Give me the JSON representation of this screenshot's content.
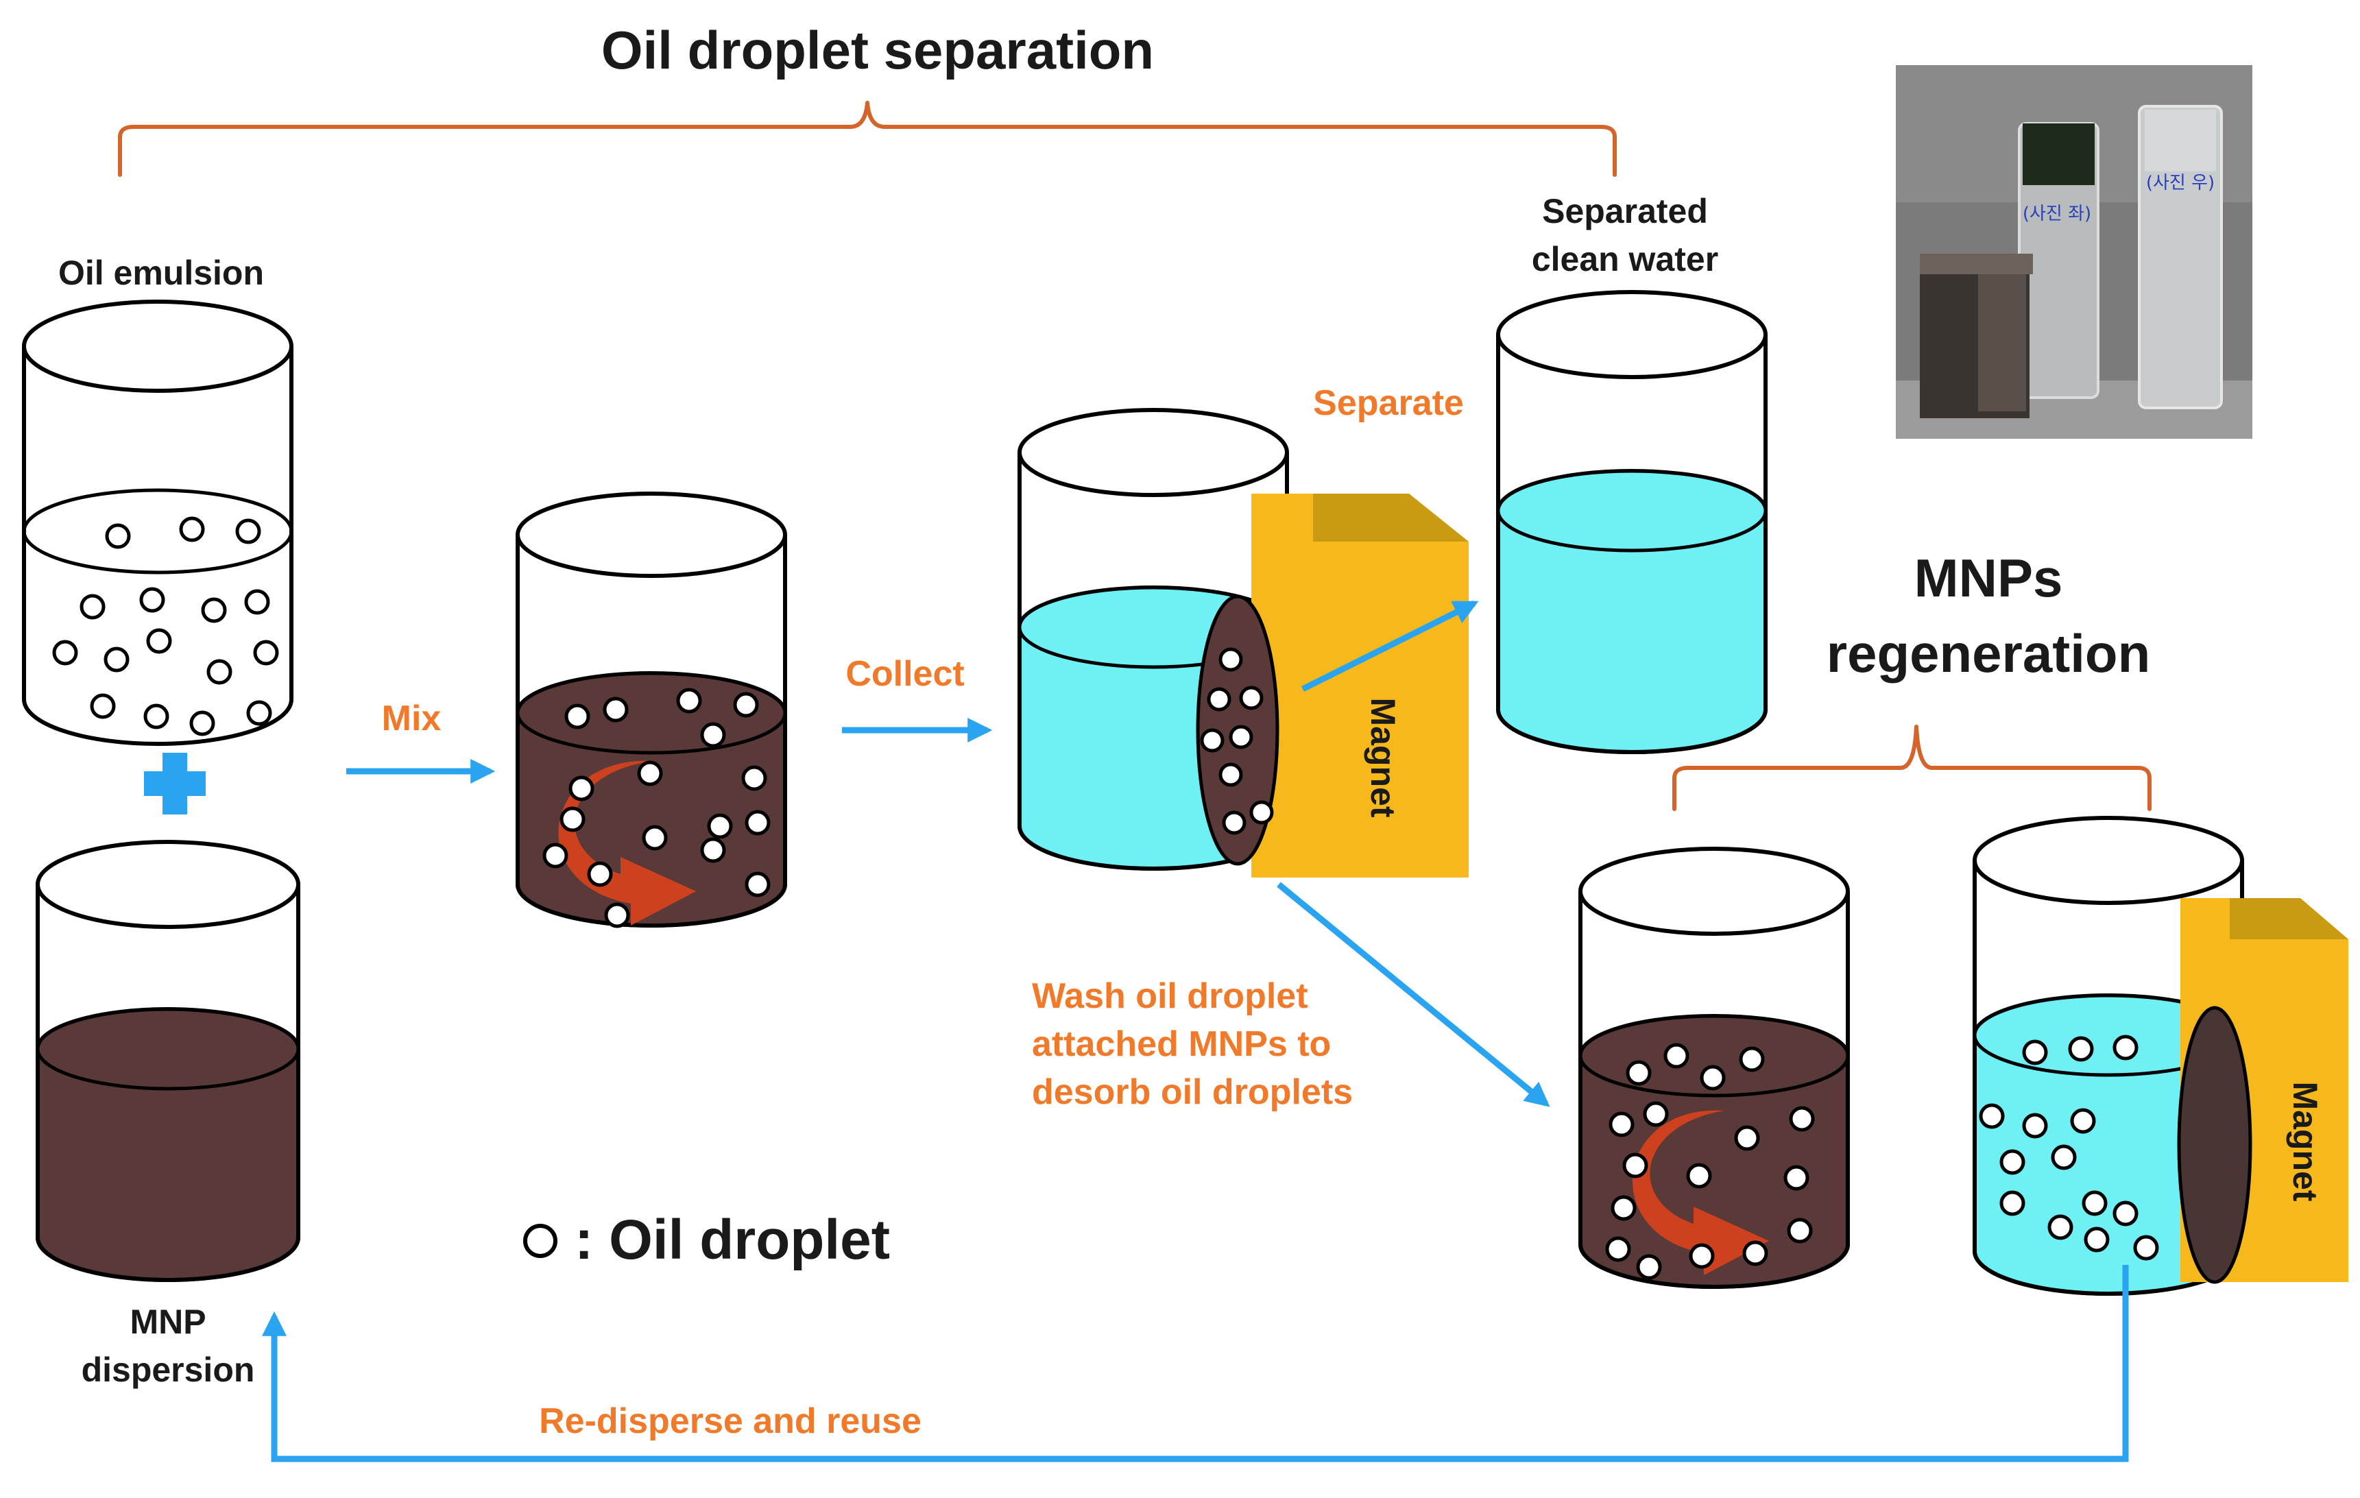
{
  "labels": {
    "title_oil_separation": "Oil droplet separation",
    "oil_emulsion": "Oil emulsion",
    "mnp_dispersion_line1": "MNP",
    "mnp_dispersion_line2": "dispersion",
    "mix": "Mix",
    "collect": "Collect",
    "separate": "Separate",
    "separated_line1": "Separated",
    "separated_line2": "clean water",
    "magnet": "Magnet",
    "mnps_regeneration_line1": "MNPs",
    "mnps_regeneration_line2": "regeneration",
    "wash_line1": "Wash oil droplet",
    "wash_line2": "attached MNPs to",
    "wash_line3": "desorb oil droplets",
    "legend": ": Oil droplet",
    "redisperse": "Re-disperse and reuse"
  },
  "photo": {
    "vial_label_left": "(사진 좌)",
    "vial_label_right": "(사진 우)"
  },
  "colors": {
    "brace": "#d4642a",
    "flow_arrow": "#2aa3f0",
    "step_text": "#f07a2a",
    "mnp_liquid": "#5a3a38",
    "water": "#6ff0f5",
    "magnet": "#f7b81c",
    "stir_arrow": "#d9431c"
  }
}
